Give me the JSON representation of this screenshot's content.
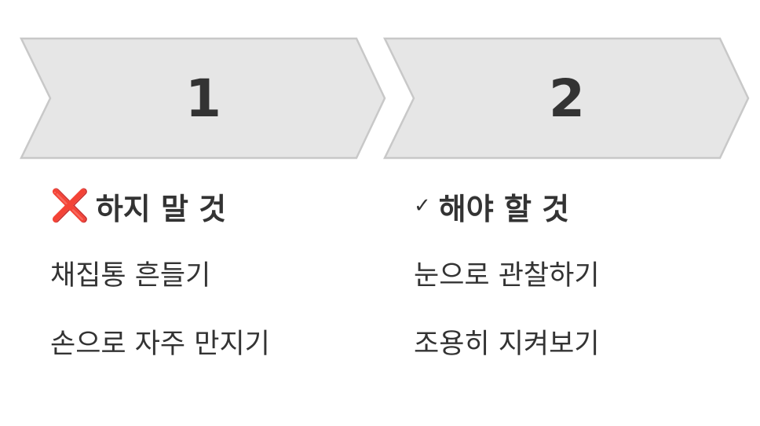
{
  "steps": [
    {
      "number": "1",
      "heading_icon": "cross-icon",
      "heading_icon_glyph": "❌",
      "heading": "하지 말 것",
      "items": [
        "채집통 흔들기",
        "손으로 자주 만지기"
      ]
    },
    {
      "number": "2",
      "heading_icon": "check-icon",
      "heading_icon_glyph": "✓",
      "heading": "해야 할 것",
      "items": [
        "눈으로 관찰하기",
        "조용히 지켜보기"
      ]
    }
  ],
  "colors": {
    "arrow_fill": "#e6e6e6",
    "arrow_stroke": "#c8c8c8",
    "text": "#333333",
    "cross": "#e03a2b"
  }
}
